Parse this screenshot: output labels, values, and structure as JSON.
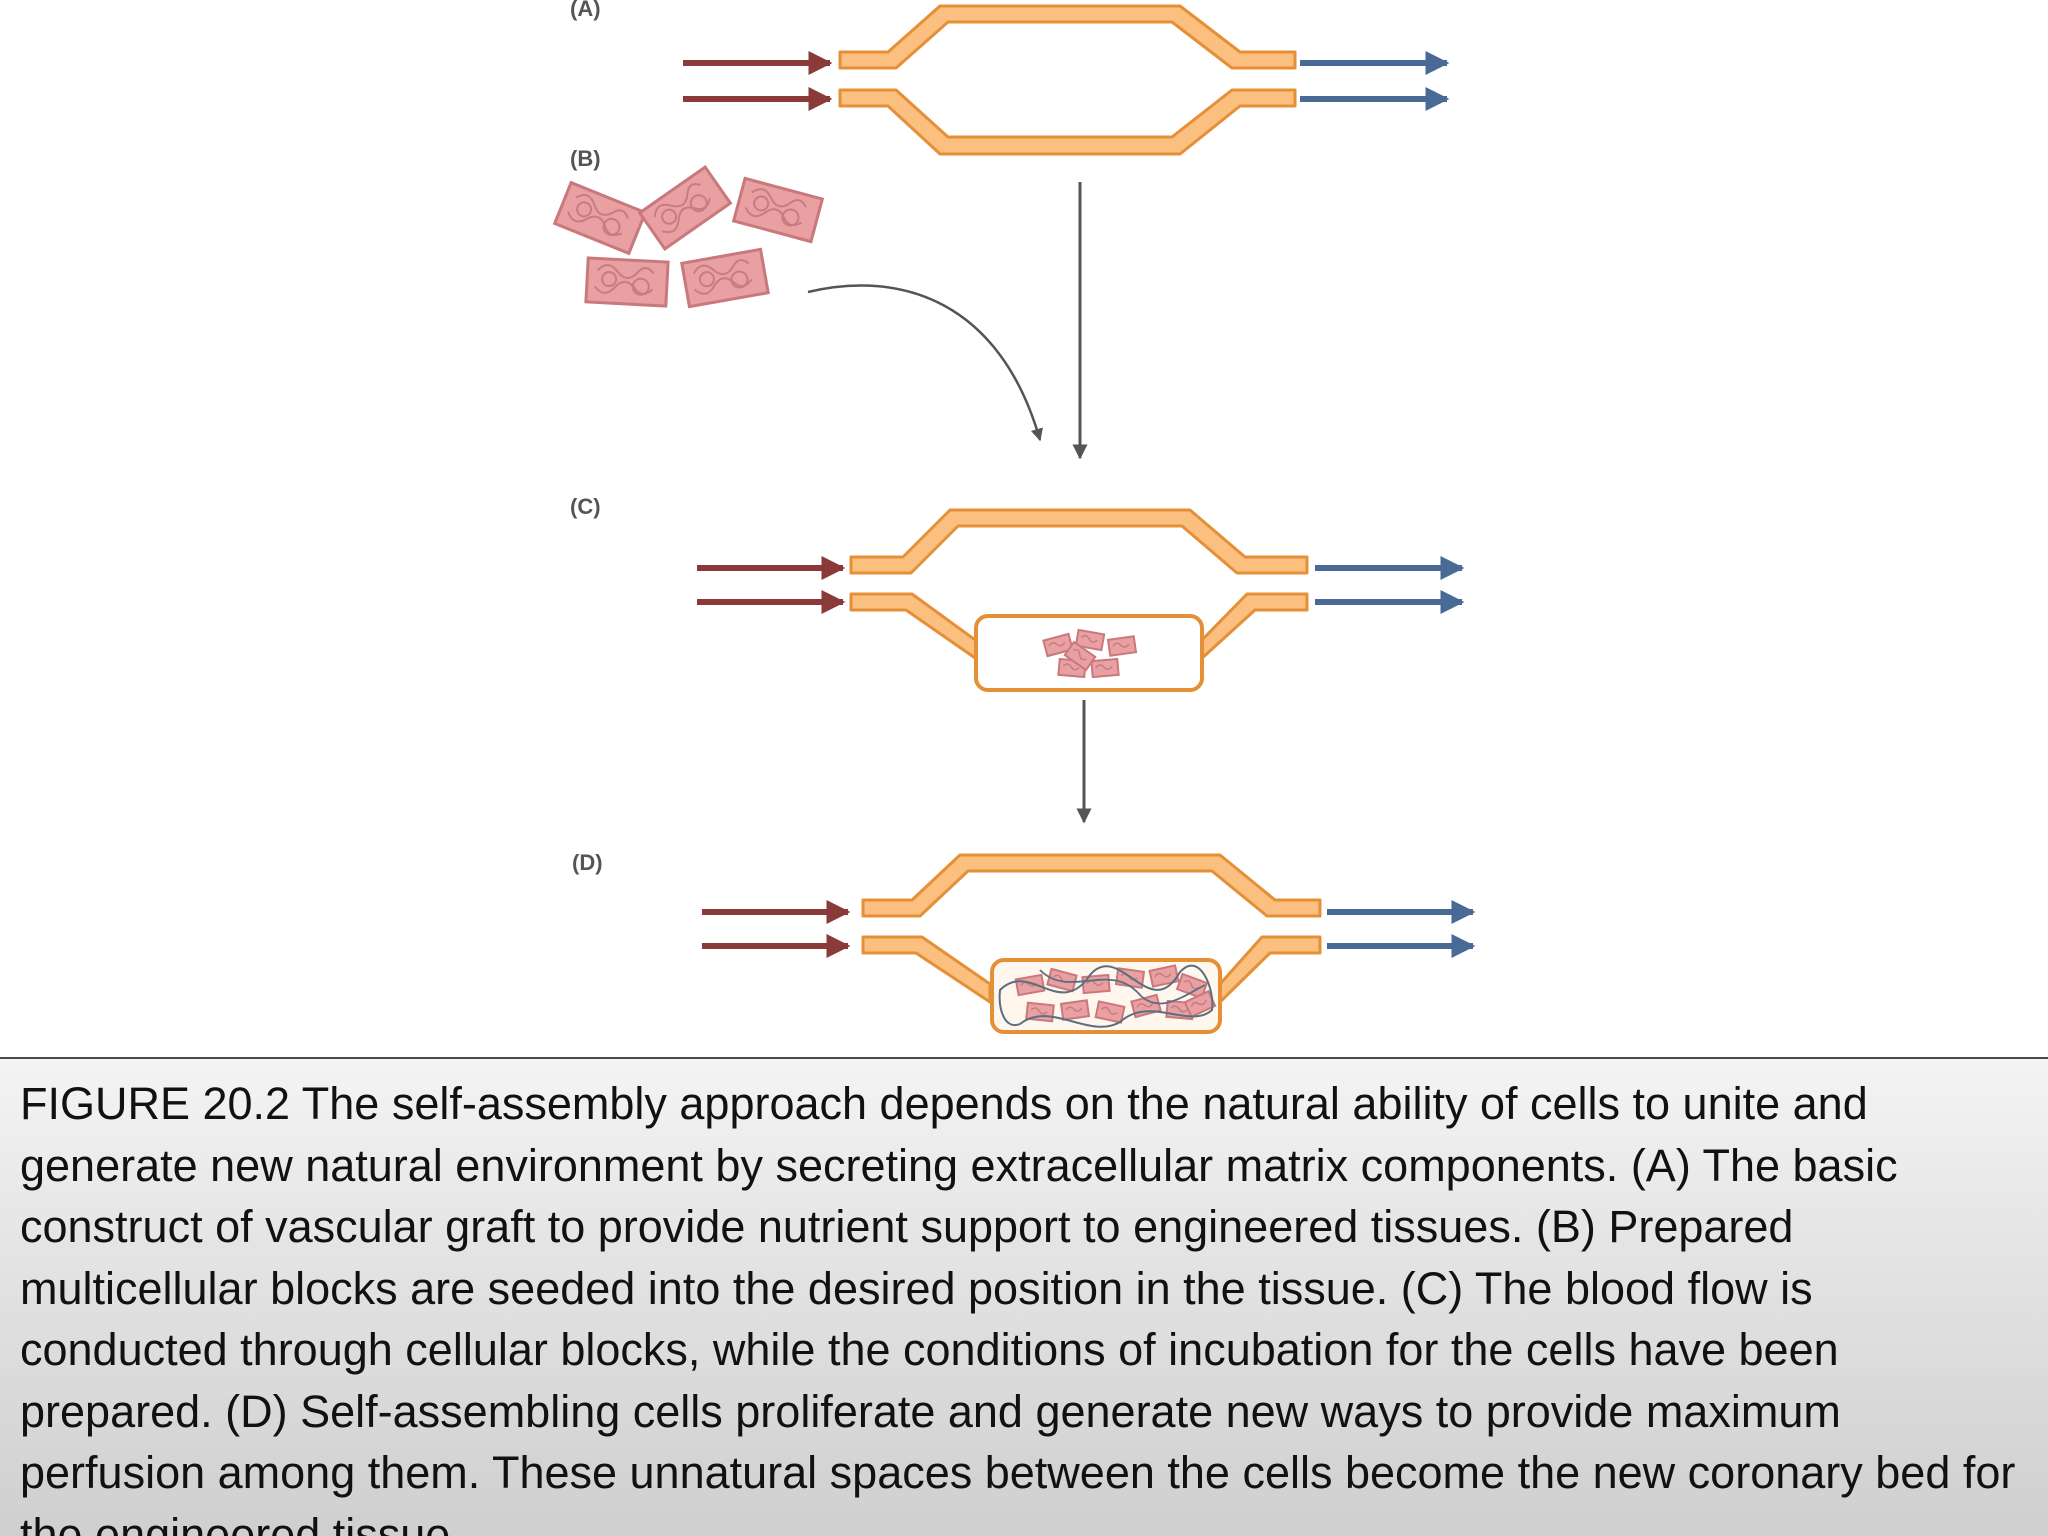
{
  "figure": {
    "panels": [
      {
        "id": "A",
        "label": "(A)"
      },
      {
        "id": "B",
        "label": "(B)"
      },
      {
        "id": "C",
        "label": "(C)"
      },
      {
        "id": "D",
        "label": "(D)"
      }
    ],
    "colors": {
      "graft_fill": "#fbbf7f",
      "graft_stroke": "#e58f36",
      "arterial_inflow_arrow": "#8b3a3a",
      "venous_outflow_arrow": "#4a6a96",
      "cell_block_fill": "#e8a0a2",
      "cell_block_stroke": "#c9787b",
      "process_arrow": "#555555"
    }
  },
  "caption": {
    "text": "FIGURE 20.2 The self-assembly approach depends on the natural ability of cells to unite and generate new natural environment by secreting extracellular matrix components. (A) The basic construct of vascular graft to provide nutrient support to engineered tissues. (B) Prepared multicellular blocks are seeded into the desired position in the tissue. (C) The blood flow is conducted through cellular blocks, while the conditions of incubation for the cells have been prepared. (D) Self-assembling cells proliferate and generate new ways to provide maximum perfusion among them. These unnatural spaces between the cells become the new coronary bed for the engineered tissue."
  }
}
